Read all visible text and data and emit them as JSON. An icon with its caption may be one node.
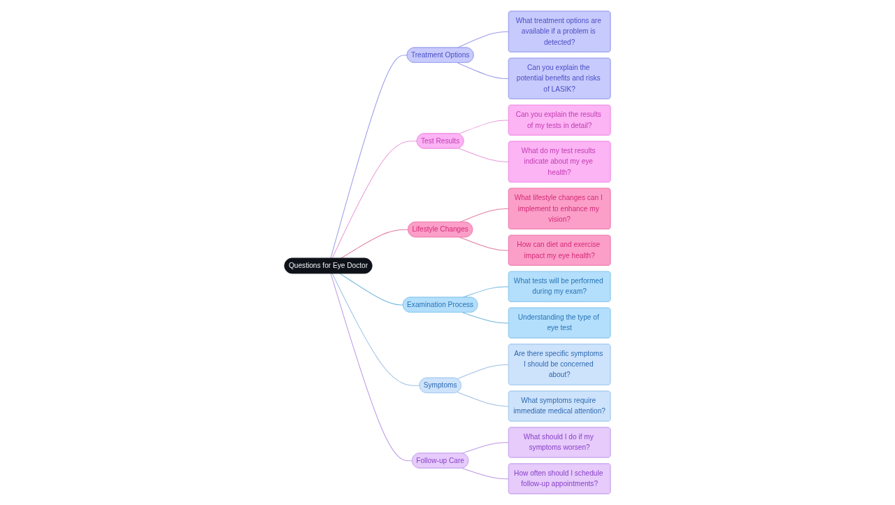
{
  "diagram": {
    "nodes": [
      {
        "text": [
          "Questions for Eye Doctor"
        ]
      },
      {
        "text": [
          "Treatment Options"
        ]
      },
      {
        "text": [
          "What treatment options are available if a problem is detected?"
        ]
      },
      {
        "text": [
          "Can you explain the potential benefits and risks of LASIK?"
        ]
      },
      {
        "text": [
          "Test Results"
        ]
      },
      {
        "text": [
          "Can you explain the results of my tests in detail?"
        ]
      },
      {
        "text": [
          "What do my test results indicate about my eye health?"
        ]
      },
      {
        "text": [
          "Lifestyle Changes"
        ]
      },
      {
        "text": [
          "What lifestyle changes can I implement to enhance my vision?"
        ]
      },
      {
        "text": [
          "How can diet and exercise impact my eye health?"
        ]
      },
      {
        "text": [
          "Examination Process"
        ]
      },
      {
        "text": [
          "What tests will be performed during my exam?"
        ]
      },
      {
        "text": [
          "Understanding the type of eye test"
        ]
      },
      {
        "text": [
          "Symptoms"
        ]
      },
      {
        "text": [
          "Are there specific symptoms I should be concerned about?"
        ]
      },
      {
        "text": [
          "What symptoms require immediate medical attention?"
        ]
      },
      {
        "text": [
          "Follow-up Care"
        ]
      },
      {
        "text": [
          "What should I do if my symptoms worsen?"
        ]
      },
      {
        "text": [
          "How often should I schedule follow-up appointments?"
        ]
      }
    ],
    "edges": [
      {
        "from": 0,
        "to": 1,
        "arrow": "none",
        "color": "#9b9ce8"
      },
      {
        "from": 1,
        "to": 2,
        "arrow": "none",
        "color": "#9b9ce8"
      },
      {
        "from": 1,
        "to": 3,
        "arrow": "none",
        "color": "#9b9ce8"
      },
      {
        "from": 0,
        "to": 4,
        "arrow": "none",
        "color": "#e89ad8"
      },
      {
        "from": 4,
        "to": 5,
        "arrow": "none",
        "color": "#e89ad8"
      },
      {
        "from": 4,
        "to": 6,
        "arrow": "none",
        "color": "#e89ad8"
      },
      {
        "from": 0,
        "to": 7,
        "arrow": "none",
        "color": "#e27ba3"
      },
      {
        "from": 7,
        "to": 8,
        "arrow": "none",
        "color": "#e27ba3"
      },
      {
        "from": 7,
        "to": 9,
        "arrow": "none",
        "color": "#e27ba3"
      },
      {
        "from": 0,
        "to": 10,
        "arrow": "none",
        "color": "#6fb5dc"
      },
      {
        "from": 10,
        "to": 11,
        "arrow": "none",
        "color": "#6fb5dc"
      },
      {
        "from": 10,
        "to": 12,
        "arrow": "none",
        "color": "#6fb5dc"
      },
      {
        "from": 0,
        "to": 13,
        "arrow": "none",
        "color": "#9dbfe4"
      },
      {
        "from": 13,
        "to": 14,
        "arrow": "none",
        "color": "#9dbfe4"
      },
      {
        "from": 13,
        "to": 15,
        "arrow": "none",
        "color": "#9dbfe4"
      },
      {
        "from": 0,
        "to": 16,
        "arrow": "none",
        "color": "#bb97e5"
      },
      {
        "from": 16,
        "to": 17,
        "arrow": "none",
        "color": "#bb97e5"
      },
      {
        "from": 16,
        "to": 18,
        "arrow": "none",
        "color": "#bb97e5"
      }
    ]
  }
}
